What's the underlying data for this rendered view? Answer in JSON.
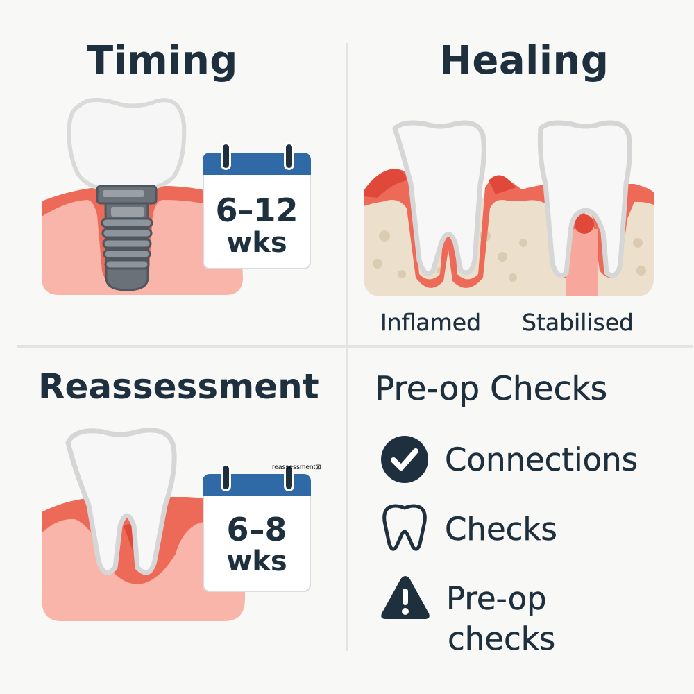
{
  "colors": {
    "background": "#f8f8f6",
    "text_dark": "#1e2f3e",
    "calendar_band": "#2f6aa6",
    "gum_dark": "#ee6a58",
    "gum_light": "#f9b5aa",
    "bone": "#ecdfcb",
    "tooth": "#f7f7f7",
    "tooth_outline": "#d8d8d8",
    "implant": "#6a7179",
    "divider": "#e3e4e5"
  },
  "panels": {
    "timing": {
      "title": "Timing",
      "calendar": {
        "value": "6–12",
        "unit": "wks"
      }
    },
    "healing": {
      "title": "Healing",
      "labels": [
        "Inflamed",
        "Stabilised"
      ]
    },
    "reassessment": {
      "title": "Reassessment",
      "calendar": {
        "value": "6–8",
        "unit": "wks"
      },
      "stray_label": "reassessment⊠"
    },
    "preop": {
      "title": "Pre-op Checks",
      "items": [
        {
          "icon": "check-circle-icon",
          "label": "Connections"
        },
        {
          "icon": "tooth-outline-icon",
          "label": "Checks"
        },
        {
          "icon": "warning-triangle-icon",
          "label_line1": "Pre-op",
          "label_line2": "checks"
        }
      ]
    }
  }
}
